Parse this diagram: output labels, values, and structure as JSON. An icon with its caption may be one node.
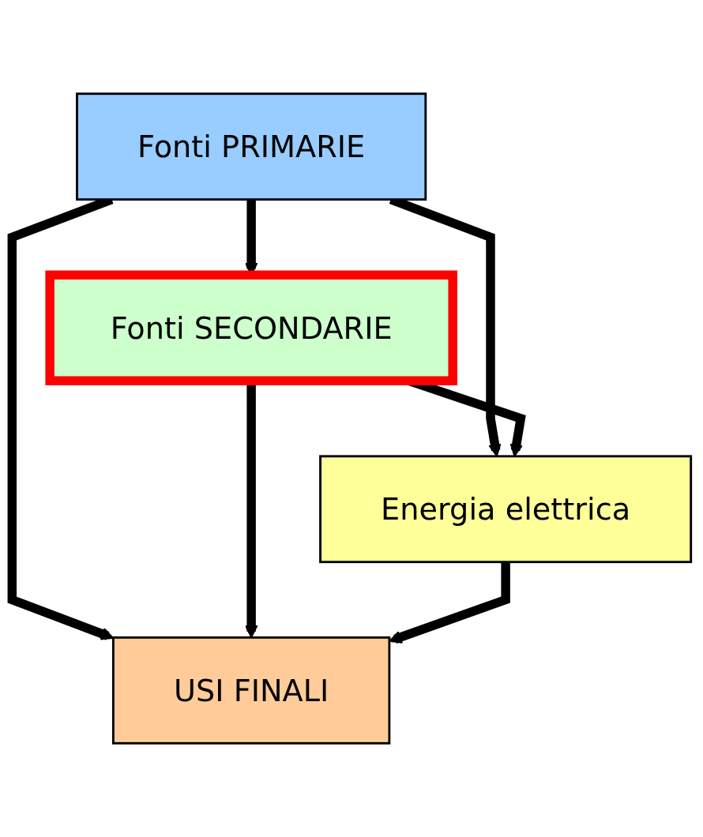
{
  "diagram": {
    "nodes": [
      {
        "text": [
          "Fonti PRIMARIE"
        ]
      },
      {
        "text": [
          "Fonti SECONDARIE"
        ]
      },
      {
        "text": [
          "Energia elettrica"
        ]
      },
      {
        "text": [
          "USI FINALI"
        ]
      }
    ],
    "edges": [
      {
        "from": 0,
        "to": 1,
        "arrow": "to"
      },
      {
        "from": 0,
        "to": 2,
        "arrow": "to"
      },
      {
        "from": 0,
        "to": 3,
        "arrow": "to"
      },
      {
        "from": 1,
        "to": 2,
        "arrow": "to"
      },
      {
        "from": 1,
        "to": 3,
        "arrow": "to"
      },
      {
        "from": 2,
        "to": 3,
        "arrow": "to"
      }
    ]
  }
}
